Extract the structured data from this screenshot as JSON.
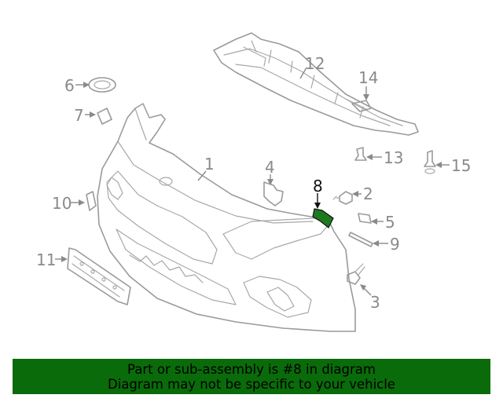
{
  "diagram": {
    "highlight_part": "8",
    "highlight_color": "#1f7a1f",
    "line_color": "#9a9a9a",
    "callouts": [
      "1",
      "2",
      "3",
      "4",
      "5",
      "6",
      "7",
      "8",
      "9",
      "10",
      "11",
      "12",
      "13",
      "14",
      "15"
    ]
  },
  "banner": {
    "line1": "Part or sub-assembly is #8 in diagram",
    "line2": "Diagram may not be specific to your vehicle",
    "background": "#0a6b0a"
  }
}
